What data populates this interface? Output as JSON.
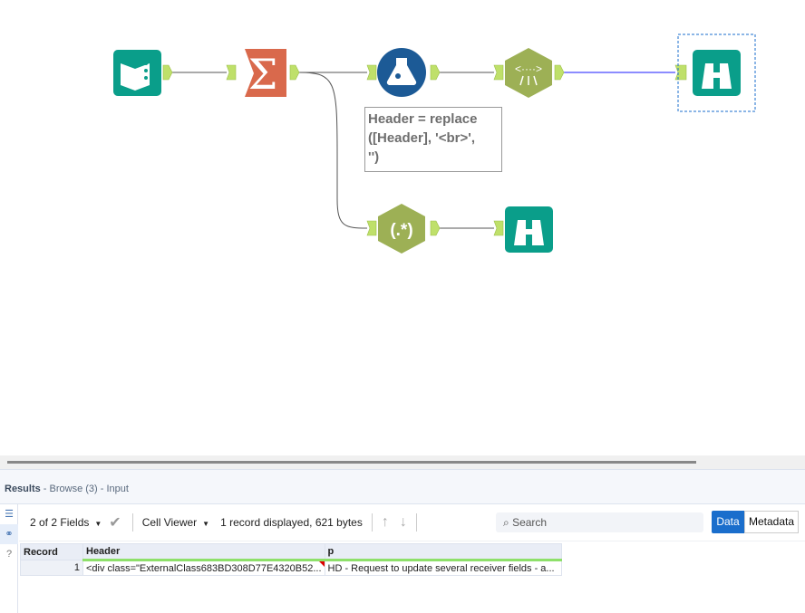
{
  "canvas": {
    "tools": [
      "input-data-tool",
      "summarize-tool",
      "formula-tool",
      "xml-parse-tool",
      "browse-tool",
      "regex-tool",
      "browse-tool"
    ],
    "annotation": "Header = replace\n([Header], '<br>',\n'')",
    "colors": {
      "teal": "#0a9e8a",
      "summarize": "#d9694c",
      "formula": "#1c5a96",
      "parse": "#9db055",
      "connector": "#bfe06a"
    }
  },
  "results": {
    "title": "Results",
    "subtitle": " - Browse (3) - Input"
  },
  "toolbar": {
    "fields": "2 of 2 Fields",
    "viewer": "Cell Viewer",
    "summary": "1 record displayed, 621 bytes",
    "search_placeholder": "Search",
    "data": "Data",
    "metadata": "Metadata"
  },
  "table": {
    "columns": [
      "Record",
      "Header",
      "p"
    ],
    "rows": [
      {
        "record": "1",
        "header": "<div class=\"ExternalClass683BD308D77E4320B52...",
        "p": "HD - Request to update several receiver fields - a..."
      }
    ]
  }
}
